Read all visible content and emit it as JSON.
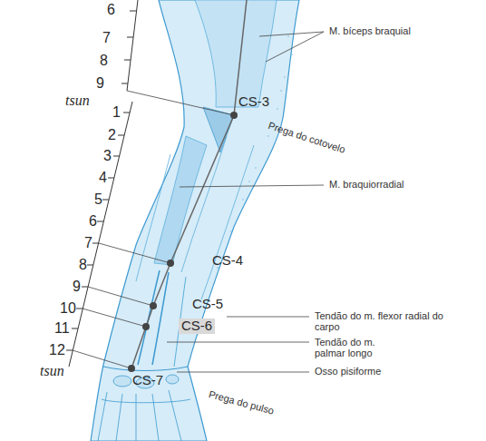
{
  "diagram": {
    "labels": [
      "6",
      "M. bíceps braquial",
      "7",
      "8",
      "9",
      "tsun",
      "CS-3",
      "1",
      "Prega do cotovelo",
      "2",
      "3",
      "4",
      "M. braquiorradial",
      "5",
      "6",
      "7",
      "8",
      "CS-4",
      "9",
      "10",
      "CS-5",
      "Tendão do m. flexor radial do carpo",
      "11",
      "CS-6",
      "Tendão do m. palmar longo",
      "12",
      "tsun",
      "Osso pisiforme",
      "CS-7",
      "Prega do pulso"
    ]
  }
}
